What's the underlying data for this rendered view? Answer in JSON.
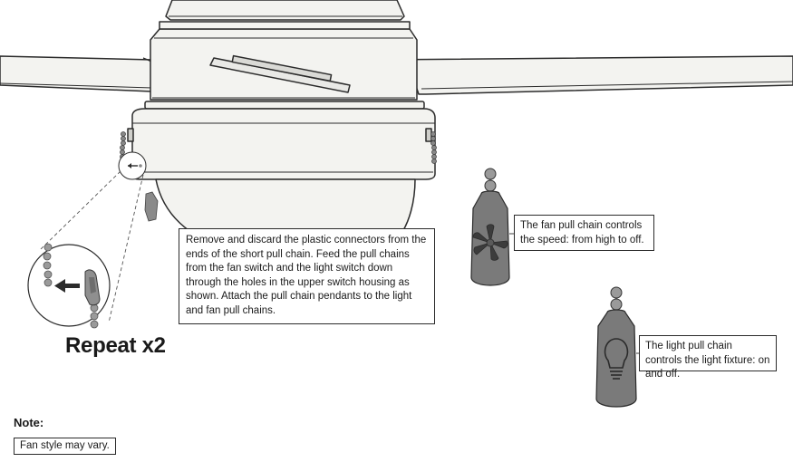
{
  "instructions": {
    "main_text": "Remove and discard the plastic connectors from the ends of the short pull chain. Feed the pull chains from the fan switch and the light switch down through the holes in the upper switch housing as shown. Attach the pull chain pendants to the light and fan pull chains.",
    "fan_chain_text": "The fan pull chain controls the speed: from high to off.",
    "light_chain_text": "The light pull chain controls the light fixture: on and off.",
    "repeat_label": "Repeat x2"
  },
  "note": {
    "heading": "Note:",
    "text": "Fan style may vary."
  },
  "icons": {
    "fan_pendant": "fan-icon",
    "light_pendant": "light-bulb-icon",
    "direction": "arrow-left-icon"
  },
  "colors": {
    "blade": "#f4f4f1",
    "housing": "#f2f2ef",
    "pendant": "#7a7a7a",
    "line": "#2b2b2b"
  }
}
